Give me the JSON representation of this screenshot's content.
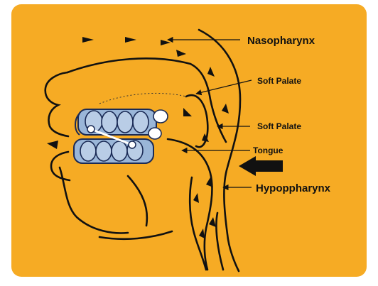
{
  "diagram": {
    "labels": {
      "nasopharynx": "Nasopharynx",
      "soft_palate_upper": "Soft Palate",
      "soft_palate_lower": "Soft Palate",
      "tongue": "Tongue",
      "hypopharynx": "Hypoppharynx"
    },
    "colors": {
      "background": "#f6ab24",
      "line": "#111111",
      "teeth": "#9ab6d8",
      "teeth_outline": "#1a2a55",
      "appliance_wire": "#ffffff"
    }
  }
}
